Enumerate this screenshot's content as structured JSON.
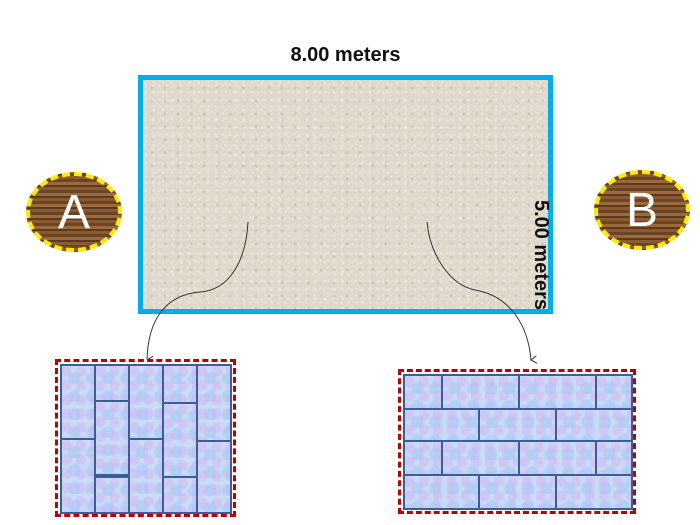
{
  "room": {
    "width_label": "8.00 meters",
    "height_label": "5.00 meters",
    "border_color": "#00adef",
    "fill_color": "#e0d8ca"
  },
  "badges": [
    {
      "letter": "A",
      "side": "left"
    },
    {
      "letter": "B",
      "side": "right"
    }
  ],
  "patterns": [
    {
      "name": "vertical staggered tile pattern",
      "position": "bottom-left"
    },
    {
      "name": "horizontal running-bond tile pattern",
      "position": "bottom-right"
    }
  ],
  "colors": {
    "tile_border": "#3a5f96",
    "frame_dash": "#c00000",
    "badge_dash": "#ffeb00"
  }
}
